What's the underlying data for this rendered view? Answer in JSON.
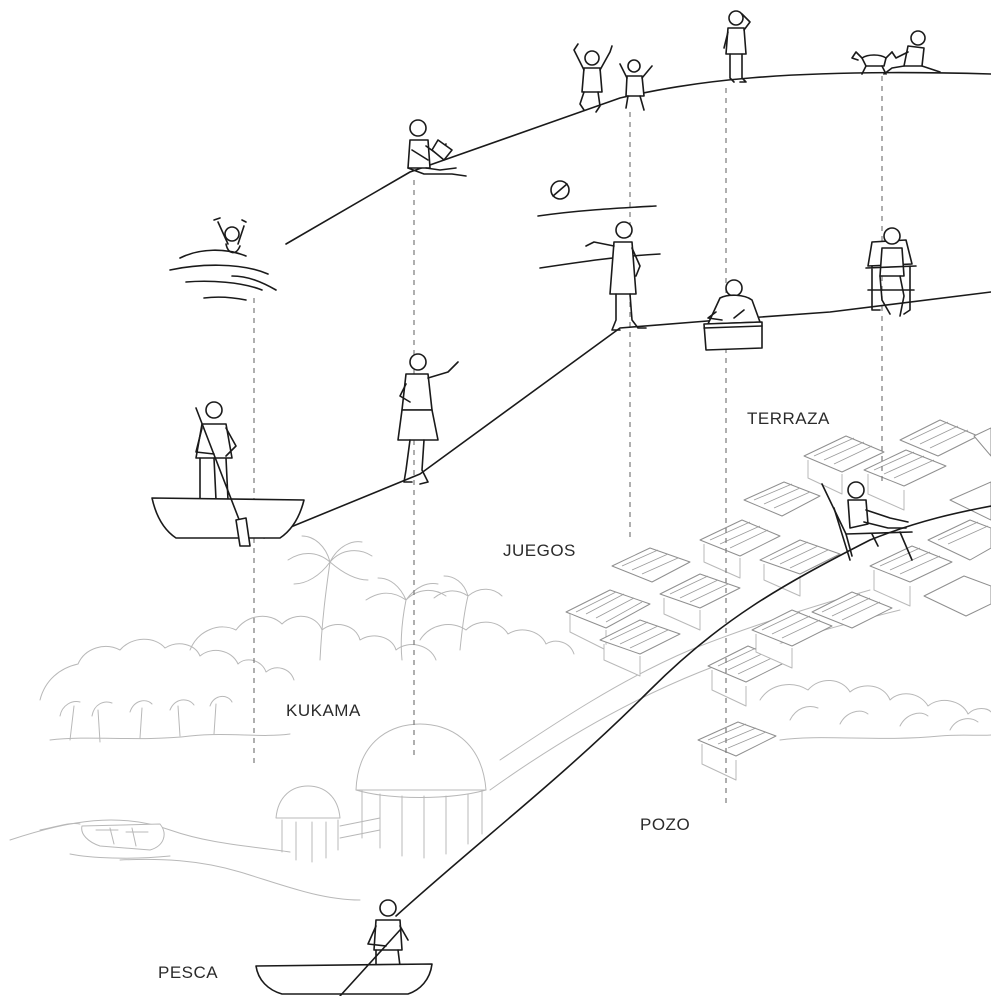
{
  "labels": {
    "pesca": "PESCA",
    "kukama": "KUKAMA",
    "juegos": "JUEGOS",
    "pozo": "POZO",
    "terraza": "TERRAZA"
  },
  "colors": {
    "ink": "#1a1a1a",
    "guide_dash": "#7a7a7a",
    "background_sketch": "#b8b8b8",
    "background": "#ffffff"
  },
  "icons": [
    "swimmer-icon",
    "reader-icon",
    "jumping-kids-icon",
    "standing-person-icon",
    "dog-and-person-icon",
    "ball-icon",
    "volleyball-player-icon",
    "washer-icon",
    "chair-sitter-icon",
    "canoe-paddler-icon",
    "dancer-icon",
    "lounger-icon",
    "fishing-canoe-icon",
    "moored-boat-icon",
    "maloca-icon"
  ]
}
